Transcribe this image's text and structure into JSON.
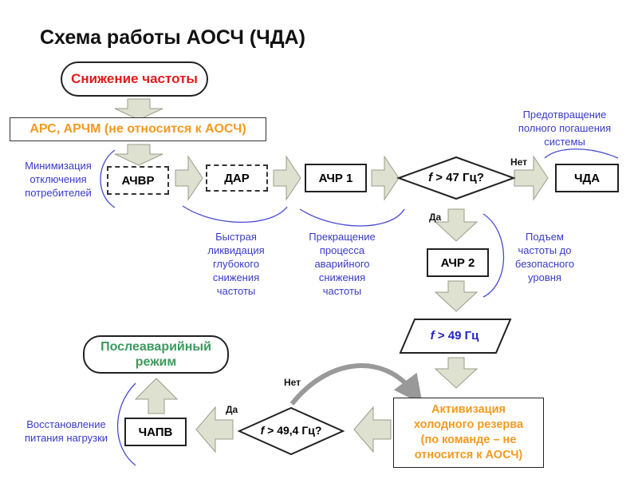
{
  "title": "Схема работы АОСЧ (ЧДА)",
  "colors": {
    "start_text": "#e01b1b",
    "orange_text": "#f29a1f",
    "green_text": "#3a9a5c",
    "note_text": "#3a3ac8",
    "parallelogram_text": "#2222cc",
    "arrow_fill": "#dfe1d0",
    "arrow_stroke": "#9a9c88",
    "curved_arrow": "#999999"
  },
  "nodes": {
    "start": "Снижение частоты",
    "ars": "АРС, АРЧМ (не относится к АОСЧ)",
    "achvr": "АЧВР",
    "dar": "ДАР",
    "achr1": "АЧР 1",
    "decision1": "f > 47 Гц?",
    "decision1_f": "f",
    "decision1_rest": " > 47 Гц?",
    "cha": "ЧДА",
    "achr2": "АЧР 2",
    "cond49_f": "f",
    "cond49_rest": " > 49 Гц",
    "cold_reserve": [
      "Активизация",
      "холодного резерва",
      "(по команде – не",
      "относится к АОСЧ)"
    ],
    "decision2_f": "f",
    "decision2_rest": " > 49,4 Гц?",
    "chapv": "ЧАПВ",
    "post": [
      "Послеаварийный",
      "режим"
    ]
  },
  "edge_labels": {
    "no1": "Нет",
    "yes1": "Да",
    "no2": "Нет",
    "yes2": "Да"
  },
  "notes": {
    "minimize": [
      "Минимизация",
      "отключения",
      "потребителей"
    ],
    "fast": [
      "Быстрая",
      "ликвидация",
      "глубокого",
      "снижения",
      "частоты"
    ],
    "stop": [
      "Прекращение",
      "процесса",
      "аварийного",
      "снижения",
      "частоты"
    ],
    "prevent": [
      "Предотвращение",
      "полного погашения",
      "системы"
    ],
    "raise": [
      "Подъем",
      "частоты до",
      "безопасного",
      "уровня"
    ],
    "restore": [
      "Восстановление",
      "питания нагрузки"
    ]
  }
}
